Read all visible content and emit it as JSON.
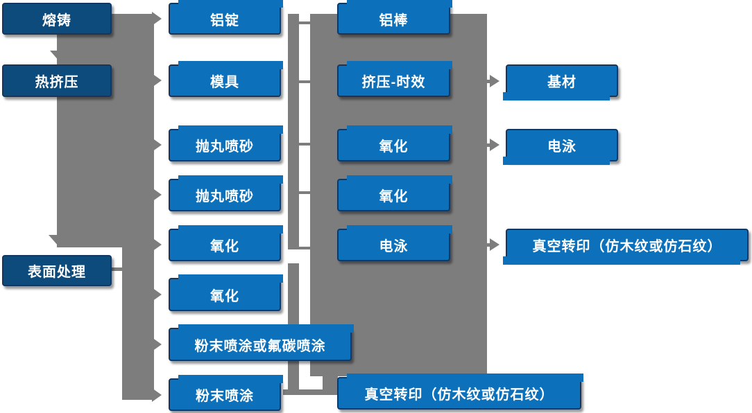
{
  "diagram": {
    "type": "flowchart",
    "language": "zh-CN",
    "colors": {
      "stage_box": "#0d4b7d",
      "process_box": "#0c70ba",
      "connector": "#7d7d7d",
      "border": "#17365d",
      "text": "#ffffff"
    },
    "stages_column": {
      "melting_casting": "熔铸",
      "hot_extrusion": "热挤压",
      "surface_treatment": "表面处理"
    },
    "column2": {
      "aluminum_ingot": "铝锭",
      "mold": "模具",
      "shot_blasting_1": "抛丸喷砂",
      "shot_blasting_2": "抛丸喷砂",
      "oxidation_1": "氧化",
      "oxidation_2": "氧化",
      "powder_or_fluorocarbon": "粉末喷涂或氟碳喷涂",
      "powder_coating": "粉末喷涂"
    },
    "column3": {
      "aluminum_rod": "铝棒",
      "extrusion_aging": "挤压-时效",
      "oxidation_3": "氧化",
      "oxidation_4": "氧化",
      "electrophoresis_1": "电泳",
      "vacuum_transfer_1": "真空转印（仿木纹或仿石纹）"
    },
    "column4": {
      "base_material": "基材",
      "electrophoresis_2": "电泳",
      "vacuum_transfer_2": "真空转印（仿木纹或仿石纹）"
    }
  }
}
